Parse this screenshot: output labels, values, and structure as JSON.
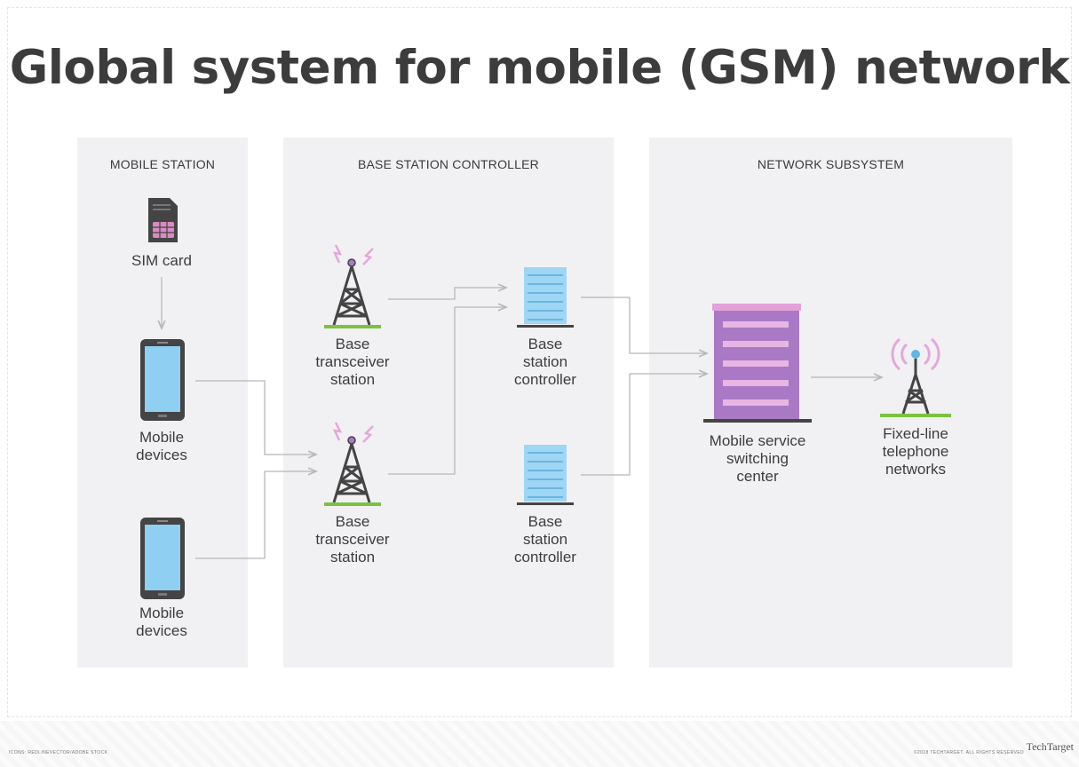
{
  "title": "Global system for mobile (GSM) network",
  "panels": {
    "mobile_station": "MOBILE STATION",
    "base_station_controller": "BASE STATION CONTROLLER",
    "network_subsystem": "NETWORK SUBSYSTEM"
  },
  "nodes": {
    "sim_card": "SIM card",
    "mobile_devices_1": [
      "Mobile",
      "devices"
    ],
    "mobile_devices_2": [
      "Mobile",
      "devices"
    ],
    "bts_1": [
      "Base",
      "transceiver",
      "station"
    ],
    "bts_2": [
      "Base",
      "transceiver",
      "station"
    ],
    "bsc_1": [
      "Base",
      "station",
      "controller"
    ],
    "bsc_2": [
      "Base",
      "station",
      "controller"
    ],
    "msc": [
      "Mobile service",
      "switching",
      "center"
    ],
    "fixed_line": [
      "Fixed-line",
      "telephone",
      "networks"
    ]
  },
  "icons": {
    "sim": "sim-card-icon",
    "phone": "smartphone-icon",
    "tower": "cell-tower-icon",
    "server": "server-rack-icon",
    "building": "switching-center-building-icon",
    "antenna": "broadcast-antenna-icon"
  },
  "colors": {
    "panel": "#f1f1f3",
    "phone_screen": "#8fd0f2",
    "server_blue": "#9fd6f4",
    "building_purple": "#a979c6",
    "sim_pink": "#d98bc4",
    "ground_green": "#7cc242",
    "signal_pink": "#e7a6d9",
    "wire": "#b7b7b7"
  },
  "footer": {
    "credit_left": "ICONS: REDLINEVECTOR/ADOBE STOCK",
    "credit_right": "©2018 TECHTARGET. ALL RIGHTS RESERVED",
    "brand": "TechTarget"
  }
}
